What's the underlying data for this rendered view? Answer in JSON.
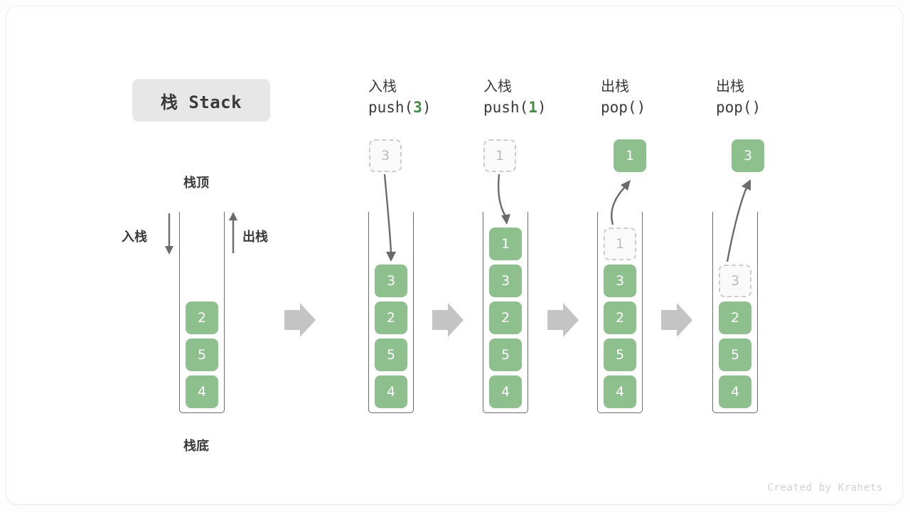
{
  "diagram": {
    "title_chip": "栈 Stack",
    "watermark": "Created by Krahets",
    "colors": {
      "cell_fill": "#8dc08d",
      "cell_text": "#ffffff",
      "ghost_border": "#cccccc",
      "ghost_text": "#bdbdbd",
      "arrow_gray": "#6b6b6b",
      "step_arrow": "#c4c4c4",
      "chip_bg": "#e7e7e7",
      "accent_green": "#3f8f3f"
    },
    "annotations": {
      "top_label": "栈顶",
      "bottom_label": "栈底",
      "push_label": "入栈",
      "pop_label": "出栈"
    },
    "columns": [
      {
        "id": "initial",
        "head_cn": "",
        "head_code": "",
        "head_arg": "",
        "floating_cell": null,
        "floating_style": "",
        "cells": [
          {
            "value": "2",
            "style": "solid"
          },
          {
            "value": "5",
            "style": "solid"
          },
          {
            "value": "4",
            "style": "solid"
          }
        ]
      },
      {
        "id": "push-3",
        "head_cn": "入栈",
        "head_code_pre": "push(",
        "head_arg": "3",
        "head_code_post": ")",
        "floating_cell": {
          "value": "3",
          "style": "ghost"
        },
        "cells": [
          {
            "value": "3",
            "style": "solid"
          },
          {
            "value": "2",
            "style": "solid"
          },
          {
            "value": "5",
            "style": "solid"
          },
          {
            "value": "4",
            "style": "solid"
          }
        ]
      },
      {
        "id": "push-1",
        "head_cn": "入栈",
        "head_code_pre": "push(",
        "head_arg": "1",
        "head_code_post": ")",
        "floating_cell": {
          "value": "1",
          "style": "ghost"
        },
        "cells": [
          {
            "value": "1",
            "style": "solid"
          },
          {
            "value": "3",
            "style": "solid"
          },
          {
            "value": "2",
            "style": "solid"
          },
          {
            "value": "5",
            "style": "solid"
          },
          {
            "value": "4",
            "style": "solid"
          }
        ]
      },
      {
        "id": "pop-1",
        "head_cn": "出栈",
        "head_code_pre": "pop(",
        "head_arg": "",
        "head_code_post": ")",
        "floating_cell": {
          "value": "1",
          "style": "solid"
        },
        "cells": [
          {
            "value": "1",
            "style": "ghost"
          },
          {
            "value": "3",
            "style": "solid"
          },
          {
            "value": "2",
            "style": "solid"
          },
          {
            "value": "5",
            "style": "solid"
          },
          {
            "value": "4",
            "style": "solid"
          }
        ]
      },
      {
        "id": "pop-3",
        "head_cn": "出栈",
        "head_code_pre": "pop(",
        "head_arg": "",
        "head_code_post": ")",
        "floating_cell": {
          "value": "3",
          "style": "solid"
        },
        "cells": [
          {
            "value": "3",
            "style": "ghost"
          },
          {
            "value": "2",
            "style": "solid"
          },
          {
            "value": "5",
            "style": "solid"
          },
          {
            "value": "4",
            "style": "solid"
          }
        ]
      }
    ],
    "step_arrows": 4
  }
}
